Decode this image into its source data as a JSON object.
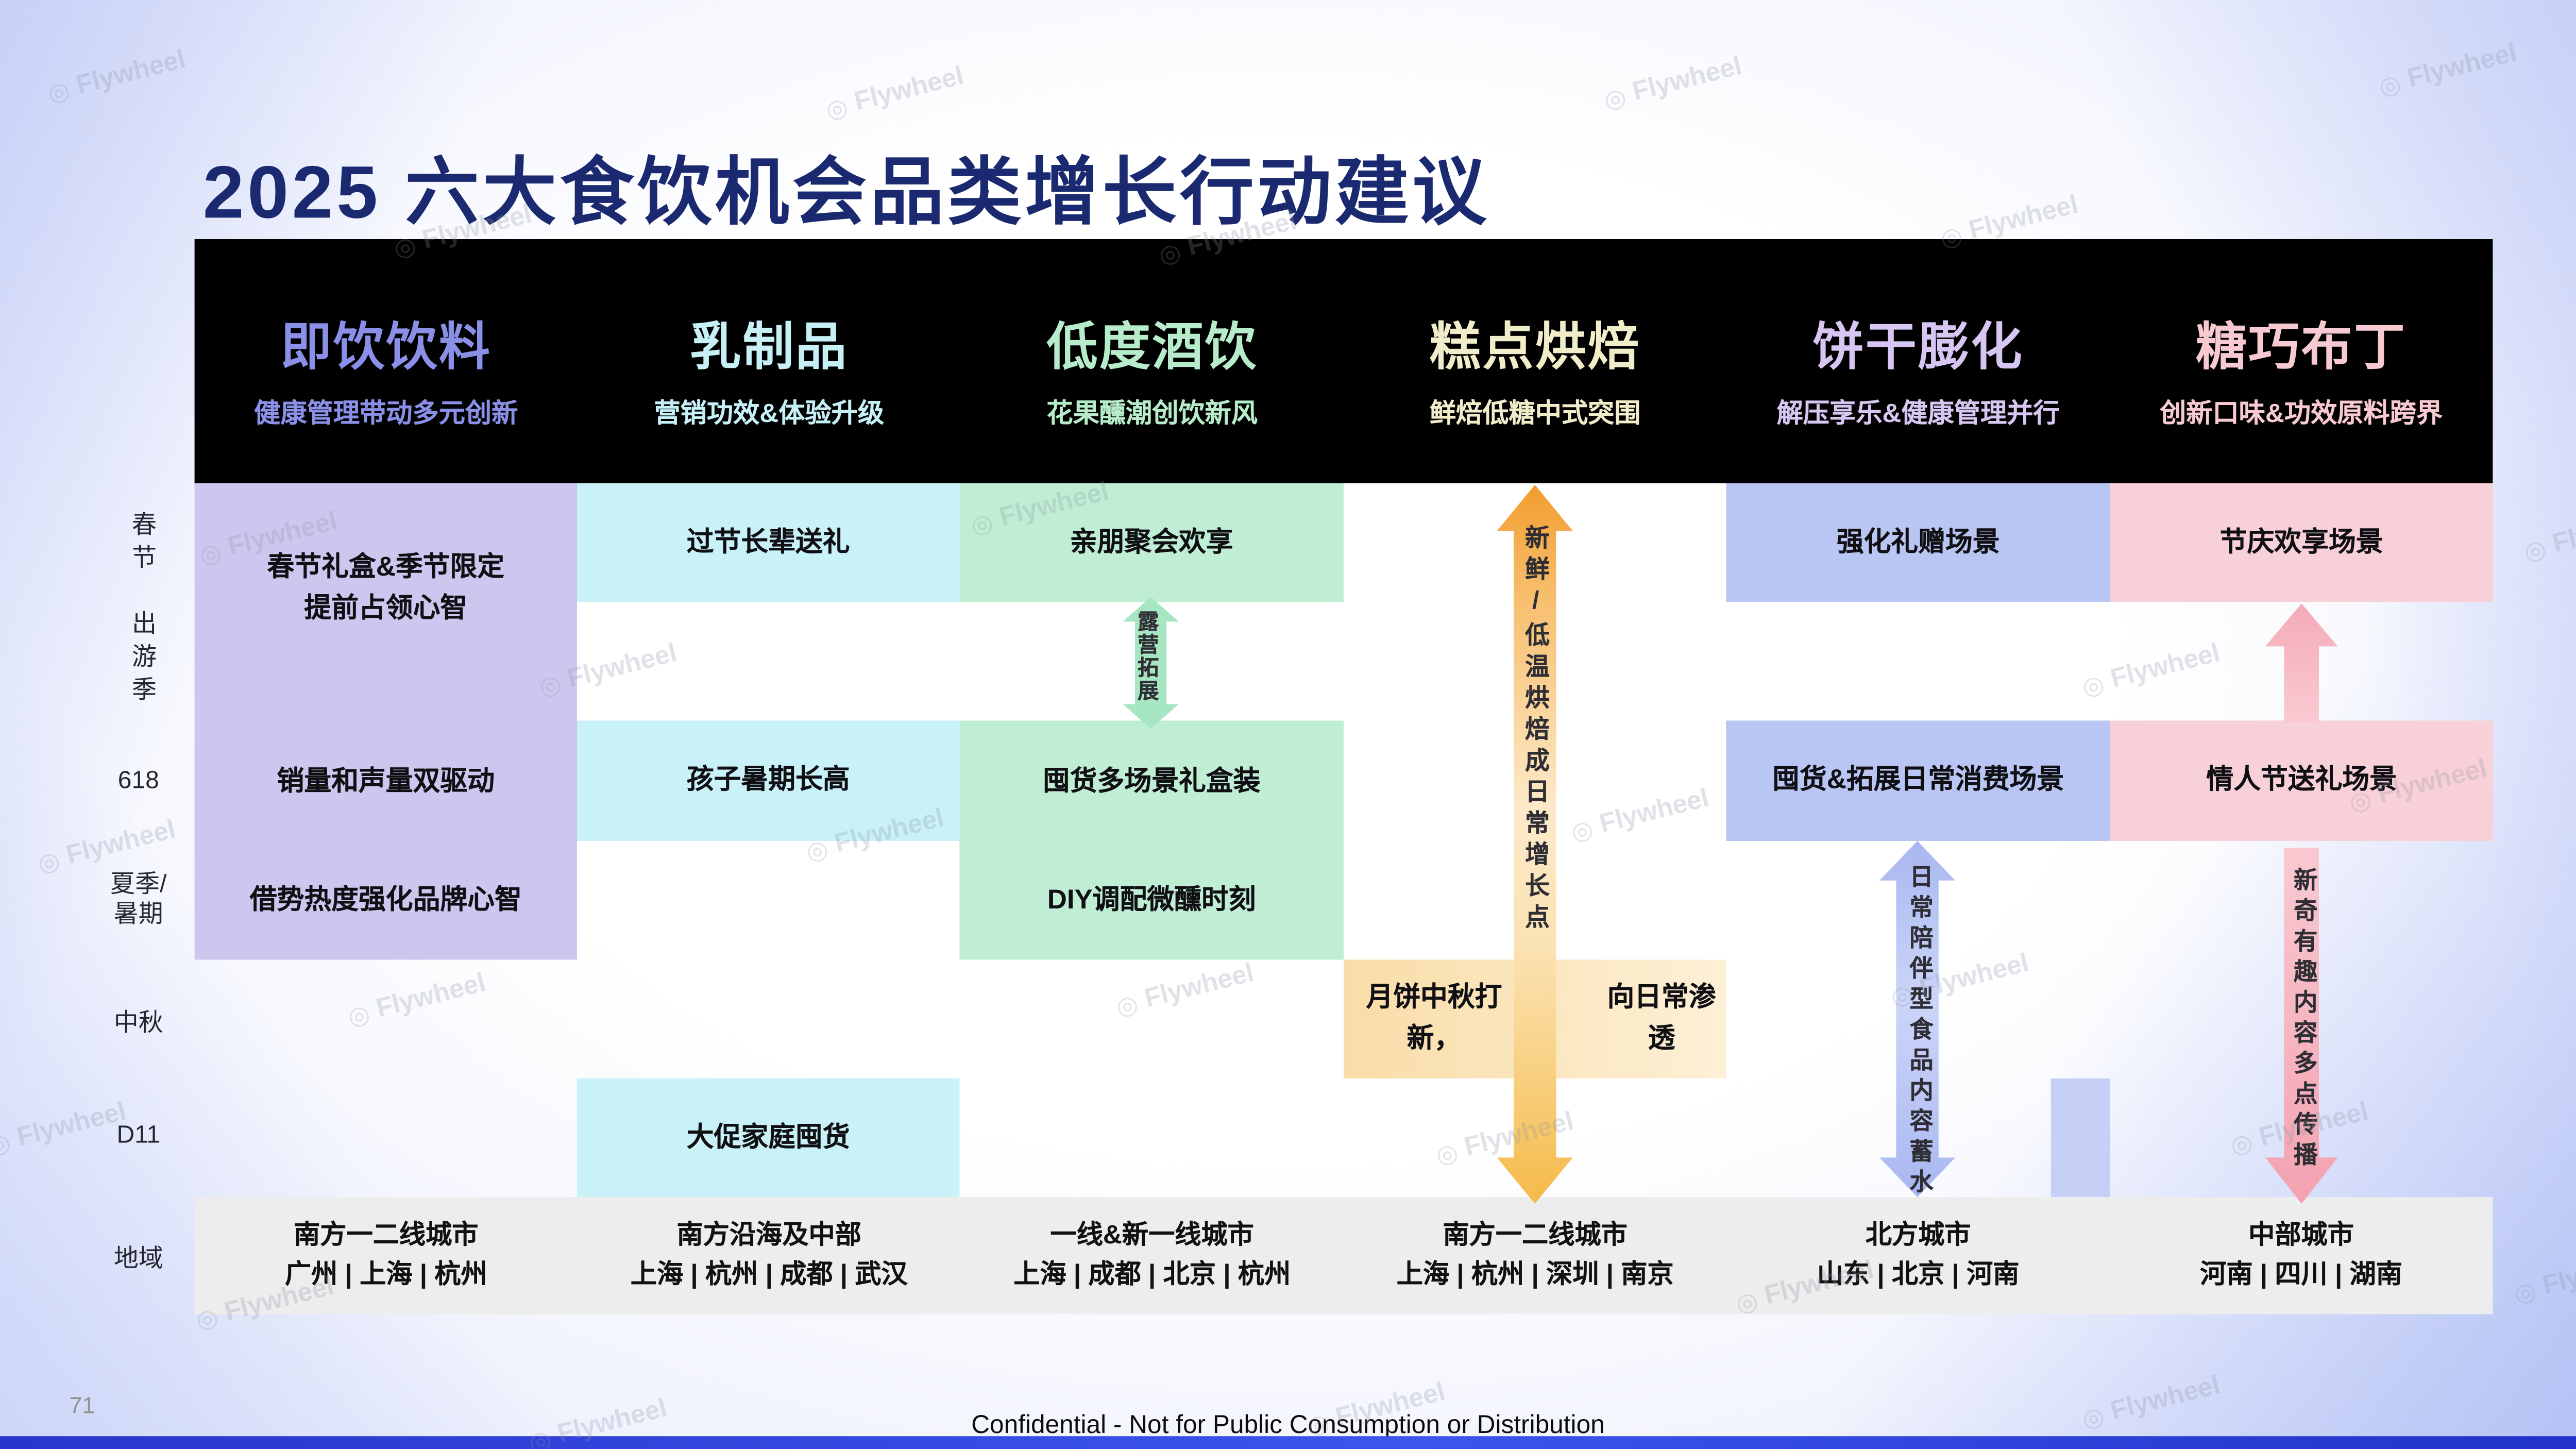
{
  "title": "2025  六大食饮机会品类增长行动建议",
  "watermark": {
    "label": "Flywheel"
  },
  "columns": [
    {
      "name": "即饮饮料",
      "subtitle": "健康管理带动多元创新",
      "color": "#8a90e8"
    },
    {
      "name": "乳制品",
      "subtitle": "营销功效&体验升级",
      "color": "#c6eff6"
    },
    {
      "name": "低度酒饮",
      "subtitle": "花果醺潮创饮新风",
      "color": "#b7ecca"
    },
    {
      "name": "糕点烘焙",
      "subtitle": "鲜焙低糖中式突围",
      "color": "#f1edca"
    },
    {
      "name": "饼干膨化",
      "subtitle": "解压享乐&健康管理并行",
      "color": "#d6c6f1"
    },
    {
      "name": "糖巧布丁",
      "subtitle": "创新口味&功效原料跨界",
      "color": "#f7c9d0"
    }
  ],
  "row_labels": {
    "cny": "春节",
    "travel": "出游季",
    "d618": "618",
    "summer_1": "夏季/",
    "summer_2": "暑期",
    "midautumn": "中秋",
    "d11": "D11",
    "region": "地域"
  },
  "cells": {
    "rtd_gift_1": "春节礼盒&季节限定",
    "rtd_gift_2": "提前占领心智",
    "rtd_618": "销量和声量双驱动",
    "rtd_summer": "借势热度强化品牌心智",
    "dairy_cny": "过节长辈送礼",
    "dairy_618": "孩子暑期长高",
    "dairy_d11": "大促家庭囤货",
    "alcohol_cny": "亲朋聚会欢享",
    "alcohol_camp": "露营拓展",
    "alcohol_618": "囤货多场景礼盒装",
    "alcohol_summer": "DIY调配微醺时刻",
    "bakery_arrow": "新鲜/低温烘焙成日常增长点",
    "bakery_midautumn_left": "月饼中秋打新，",
    "bakery_midautumn_right": "向日常渗透",
    "biscuit_cny": "强化礼赠场景",
    "biscuit_618": "囤货&拓展日常消费场景",
    "biscuit_arrow": "日常陪伴型食品内容蓄水",
    "candy_cny": "节庆欢享场景",
    "candy_618": "情人节送礼场景",
    "candy_arrow": "新奇有趣内容多点传播"
  },
  "regions": [
    {
      "title": "南方一二线城市",
      "cities": "广州 | 上海 | 杭州"
    },
    {
      "title": "南方沿海及中部",
      "cities": "上海 | 杭州 | 成都 | 武汉"
    },
    {
      "title": "一线&新一线城市",
      "cities": "上海 | 成都 | 北京 | 杭州"
    },
    {
      "title": "南方一二线城市",
      "cities": "上海 | 杭州 | 深圳 | 南京"
    },
    {
      "title": "北方城市",
      "cities": "山东 | 北京 | 河南"
    },
    {
      "title": "中部城市",
      "cities": "河南 | 四川 | 湖南"
    }
  ],
  "footer": {
    "page": "71",
    "note": "Confidential - Not for Public Consumption or Distribution"
  },
  "palette": {
    "title_color": "#1b2a70",
    "header_bg": "#000000",
    "cell_purple": "#cdc7f0",
    "cell_cyan": "#c8f1f8",
    "cell_green": "#bfeed4",
    "cell_orange": "#fbe7c3",
    "cell_periwinkle": "#b9c5f3",
    "cell_pink": "#f8d0d7",
    "arrow_orange": "#f5a832",
    "arrow_green": "#a6e6c2",
    "arrow_periwinkle": "#b2bff2",
    "arrow_pink": "#f6b3bf",
    "region_bg": "#ededed",
    "bottom_bar": "#2e3fd6"
  }
}
